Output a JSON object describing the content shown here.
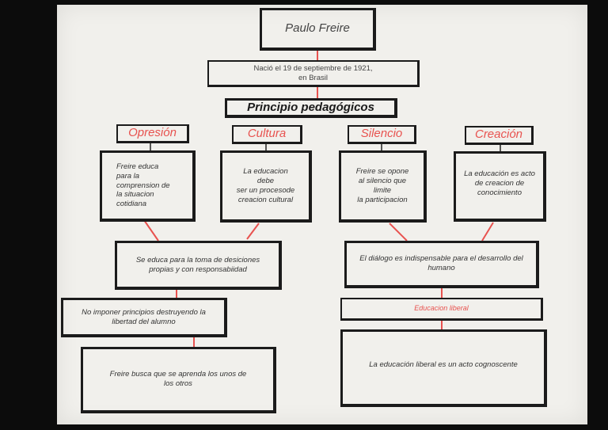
{
  "title": "Paulo Freire",
  "birth": "Nació el 19 de septiembre de 1921,\nen Brasil",
  "principle": "Principio pedagógicos",
  "categories": [
    "Opresión",
    "Cultura",
    "Silencio",
    "Creación"
  ],
  "descriptions": [
    "Freire educa\npara la\ncomprension de\nla situacion\ncotidiana",
    "La educacion\ndebe\nser un procesode\ncreacion cultural",
    "Freire se opone\nal silencio que\nlimite\nla participacion",
    "La educación es acto\nde creacion de\nconocimiento"
  ],
  "left_summary": "Se educa para la toma de desiciones\npropias y con responsabiidad",
  "right_summary": "El diálogo es indispensable para el desarrollo del\nhumano",
  "left_point": "No imponer principios destruyendo la\nlibertad del alumno",
  "left_final": "Freire busca que se aprenda los unos de\nlos otros",
  "right_heading": "Educacion liberal",
  "right_final": "La educación liberal es un acto cognoscente",
  "colors": {
    "ink": "#1b1b1b",
    "accent": "#e8524f",
    "paper": "#f1f0ec"
  }
}
